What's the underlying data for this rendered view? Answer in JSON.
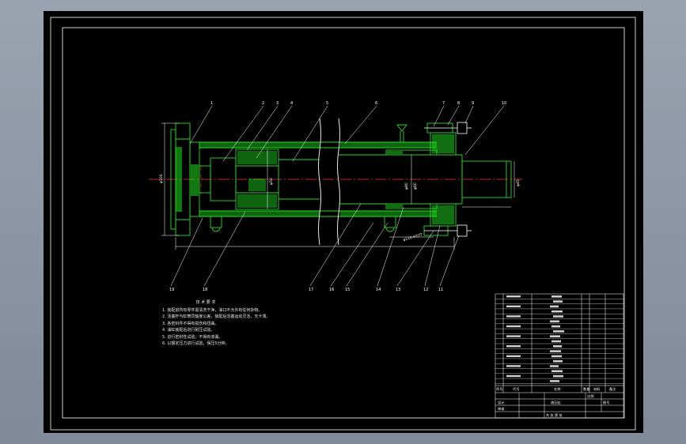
{
  "drawing": {
    "tech_notes_title": "技 术 要 求",
    "tech_notes": [
      "1. 装配前所有零件需清洗干净，油口不允许有任何杂物。",
      "2. 活塞杆与缸筒同轴度公差，装配后活塞运动灵活，无卡滞。",
      "3. 各密封件不得有损伤和扭曲。",
      "4. 油缸装配后进行耐压试验。",
      "5. 进行密封性试验，不得有渗漏。",
      "6. 以额定压力进行试验，保压5分钟。"
    ],
    "balloons": [
      "1",
      "2",
      "3",
      "4",
      "5",
      "6",
      "7",
      "8",
      "9",
      "10",
      "11",
      "12",
      "13",
      "14",
      "15",
      "16",
      "17",
      "18",
      "19"
    ],
    "dimension_texts": [
      "φ100",
      "φ50",
      "φ80",
      "φ60",
      "φ45",
      "φ110 H7/f7"
    ],
    "title_block_texts": [
      "序号",
      "代号",
      "名称",
      "数量",
      "材料",
      "备注",
      "液压缸",
      "比例",
      "图号",
      "设计",
      "审核",
      "共 张 第 张"
    ]
  }
}
